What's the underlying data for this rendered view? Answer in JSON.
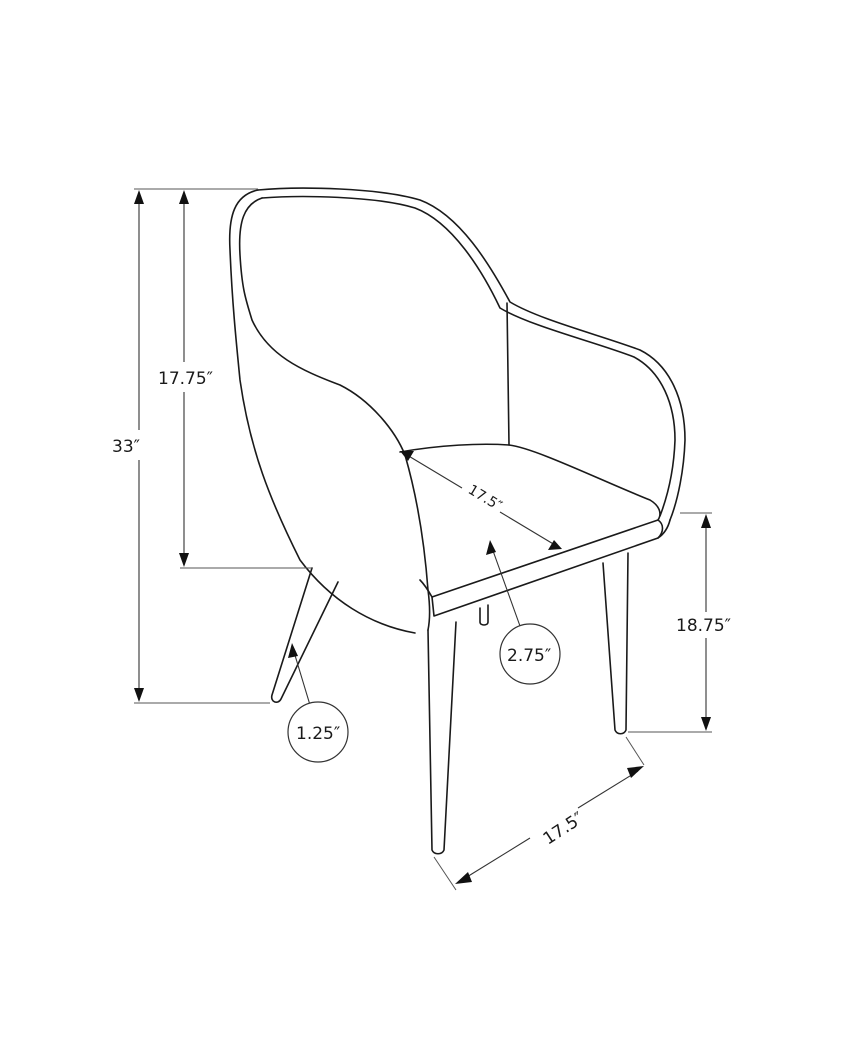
{
  "diagram": {
    "subject": "Armchair dimension drawing",
    "dimensions": {
      "total_height": "33″",
      "backrest_height": "17.75″",
      "seat_depth": "17.5″",
      "seat_thickness": "2.75″",
      "seat_height": "18.75″",
      "leg_thickness": "1.25″",
      "overall_width": "17.5″"
    },
    "colors": {
      "line": "#1a1a1a",
      "background": "#ffffff"
    }
  }
}
